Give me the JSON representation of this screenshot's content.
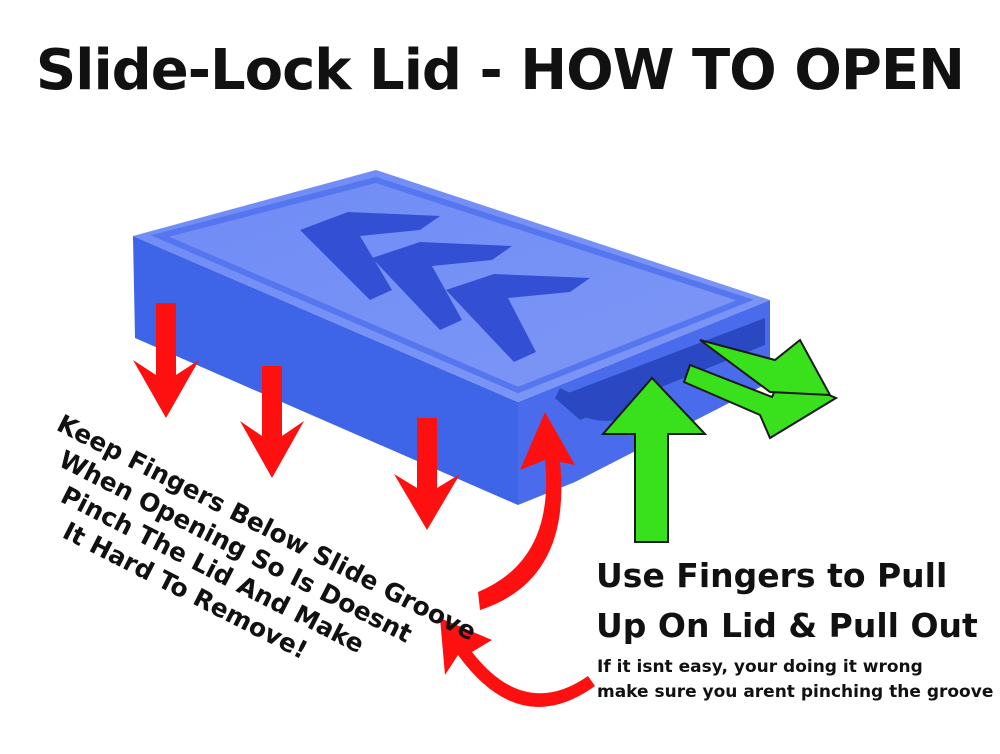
{
  "title": "Slide-Lock Lid - HOW TO OPEN",
  "warning_lines": [
    "Keep Fingers Below Slide Groove",
    "When Opening So Is Doesnt",
    "Pinch The Lid And Make",
    "It Hard To Remove!"
  ],
  "instruction_lines": [
    "Use Fingers to Pull",
    "Up On Lid & Pull Out"
  ],
  "note_lines": [
    "If it isnt easy, your doing it wrong",
    "make sure you arent pinching the groove"
  ],
  "colors": {
    "lid_top": "#5b7cf2",
    "lid_side": "#3e64e8",
    "lid_shadow": "#2b4fd1",
    "red_arrow": "#ff1010",
    "green_arrow": "#39e01c",
    "text": "#111111"
  }
}
